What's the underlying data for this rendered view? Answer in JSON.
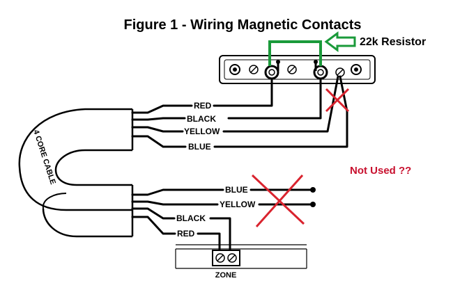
{
  "title": "Figure 1 - Wiring Magnetic Contacts",
  "resistor_label": "22k Resistor",
  "not_used_label": "Not Used ??",
  "cable_label": "4 CORE CABLE",
  "zone_label": "ZONE",
  "top_wires": [
    "RED",
    "BLACK",
    "YELLOW",
    "BLUE"
  ],
  "bottom_wires": [
    "BLUE",
    "YELLOW",
    "BLACK",
    "RED"
  ],
  "colors": {
    "resistor": "#1a9a3a",
    "cross": "#d9232e",
    "not_used_text": "#c8102e",
    "line": "#000000"
  }
}
